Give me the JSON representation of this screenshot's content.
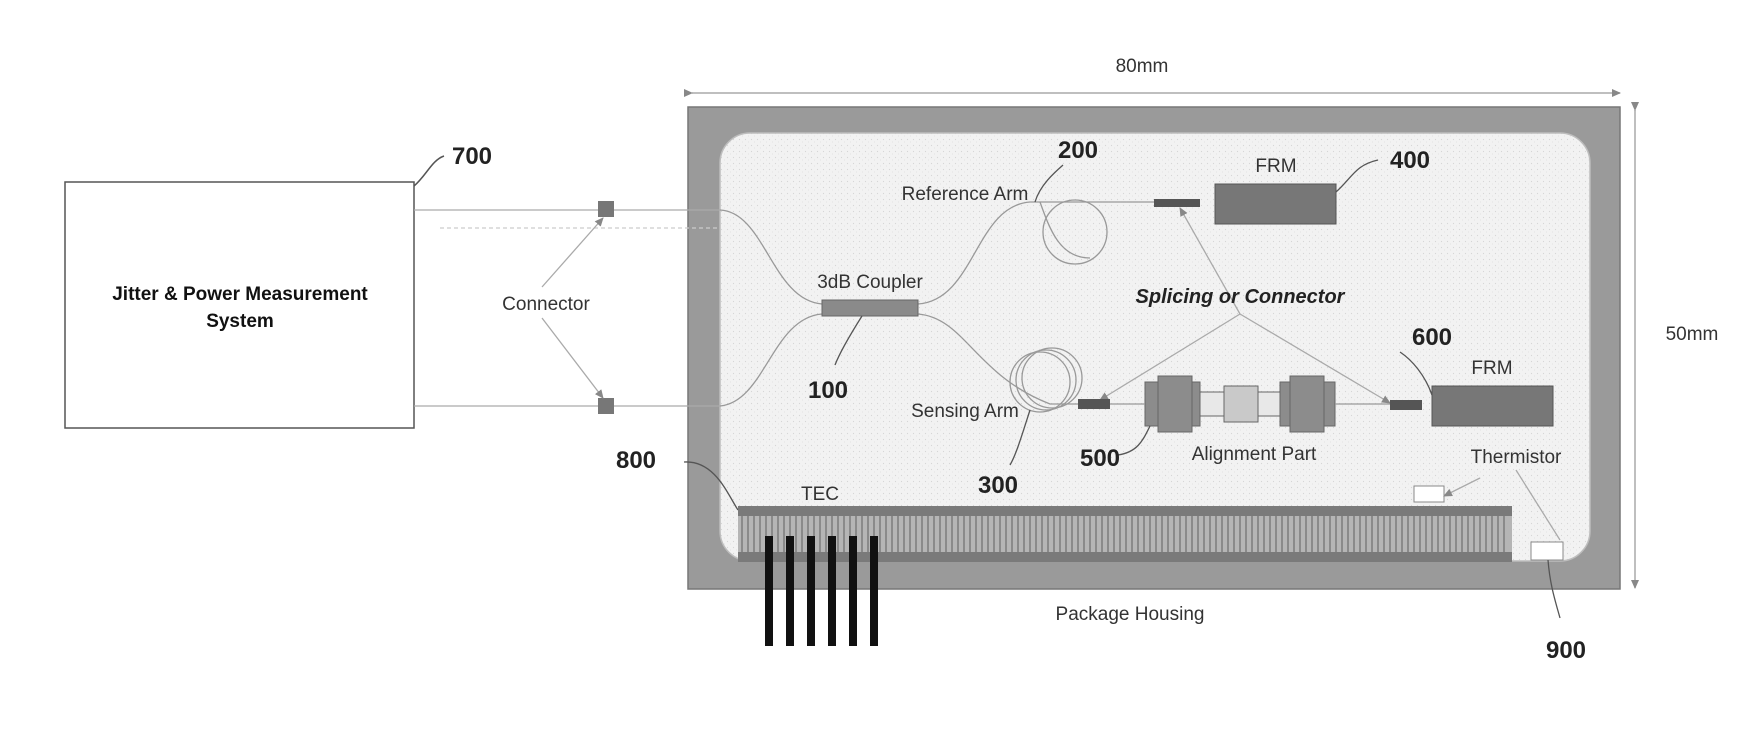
{
  "dimensions": {
    "width": "80mm",
    "height": "50mm"
  },
  "system": {
    "line1": "Jitter & Power Measurement",
    "line2": "System",
    "ref": "700"
  },
  "labels": {
    "connector": "Connector",
    "reference_arm": "Reference Arm",
    "coupler": "3dB Coupler",
    "sensing_arm": "Sensing Arm",
    "splicing": "Splicing or Connector",
    "frm_top": "FRM",
    "frm_right": "FRM",
    "alignment": "Alignment Part",
    "thermistor": "Thermistor",
    "tec": "TEC",
    "package": "Package Housing"
  },
  "refs": {
    "coupler": "100",
    "reference_arm": "200",
    "sensing_arm": "300",
    "frm_top": "400",
    "alignment": "500",
    "frm_right": "600",
    "tec": "800",
    "thermistor": "900"
  }
}
